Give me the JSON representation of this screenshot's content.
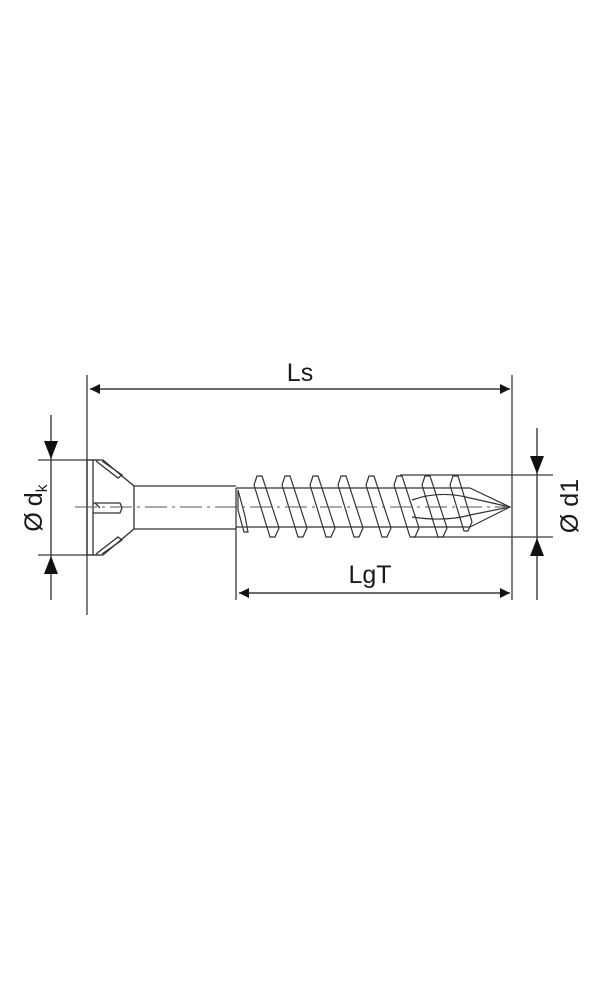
{
  "diagram": {
    "subject": "countersunk slotted wood screw with partial thread",
    "labels": {
      "overall_length": "Ls",
      "thread_length": "LgT",
      "head_diameter_symbol": "Ø",
      "head_diameter": "d",
      "head_diameter_sub": "k",
      "thread_diameter": "Ø d1"
    },
    "colors": {
      "line": "#3a3a3a",
      "arrow": "#111111",
      "text": "#1a1a1a",
      "background": "#ffffff"
    }
  }
}
